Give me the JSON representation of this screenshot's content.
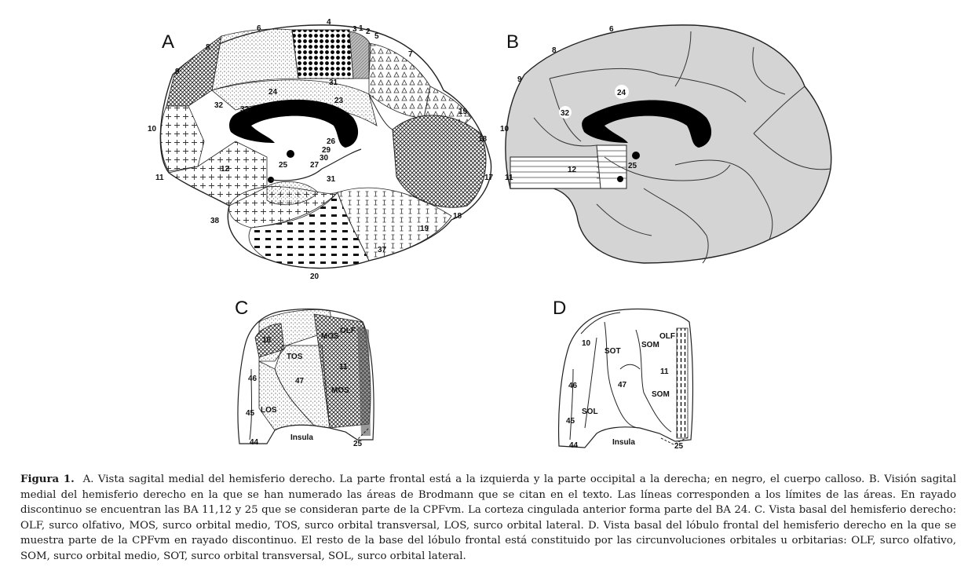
{
  "panels": {
    "a": {
      "letter": "A",
      "labels": [
        "4",
        "3",
        "1",
        "2",
        "5",
        "6",
        "7",
        "8",
        "9",
        "10",
        "11",
        "12",
        "19",
        "18",
        "17",
        "18",
        "19",
        "20",
        "37",
        "38",
        "24",
        "23",
        "31",
        "32",
        "33",
        "26",
        "29",
        "30",
        "25",
        "27",
        "31"
      ]
    },
    "b": {
      "letter": "B",
      "labels": [
        "6",
        "8",
        "9",
        "10",
        "11",
        "24",
        "32",
        "12",
        "25"
      ]
    },
    "c": {
      "letter": "C",
      "labels": [
        "10",
        "MOS",
        "OLF",
        "TOS",
        "11",
        "46",
        "47",
        "MOS",
        "45",
        "LOS",
        "Insula",
        "44",
        "25"
      ]
    },
    "d": {
      "letter": "D",
      "labels": [
        "10",
        "SOT",
        "SOM",
        "OLF",
        "11",
        "46",
        "47",
        "SOM",
        "SOL",
        "45",
        "Insula",
        "44",
        "25"
      ]
    }
  },
  "caption": {
    "figure_label": "Figura 1.",
    "text": "A. Vista sagital medial del hemisferio derecho. La parte frontal está a la izquierda y la parte occipital a la derecha; en negro, el cuerpo calloso. B. Visión sagital medial del hemisferio derecho en la que se han numerado las áreas de Brodmann que se citan en el texto. Las líneas corresponden a los límites de las áreas. En rayado discontinuo se encuentran las BA 11,12 y 25 que se consideran parte de la CPFvm. La corteza cingulada anterior forma parte del BA 24. C. Vista basal del hemisferio derecho: OLF, surco olfativo, MOS, surco orbital medio, TOS, surco orbital transversal, LOS, surco orbital lateral. D. Vista basal del lóbulo frontal del hemisferio derecho en la que se muestra parte de la CPFvm en rayado discontinuo. El resto de la base del lóbulo frontal está constituido por las circunvoluciones orbitales u orbitarias: OLF, surco olfativo, SOM, surco orbital medio, SOT, surco orbital transversal, SOL, surco orbital lateral."
  },
  "colors": {
    "brain_fill_b": "#d4d4d4",
    "corpus_callosum": "#000000",
    "outline": "#222222"
  }
}
